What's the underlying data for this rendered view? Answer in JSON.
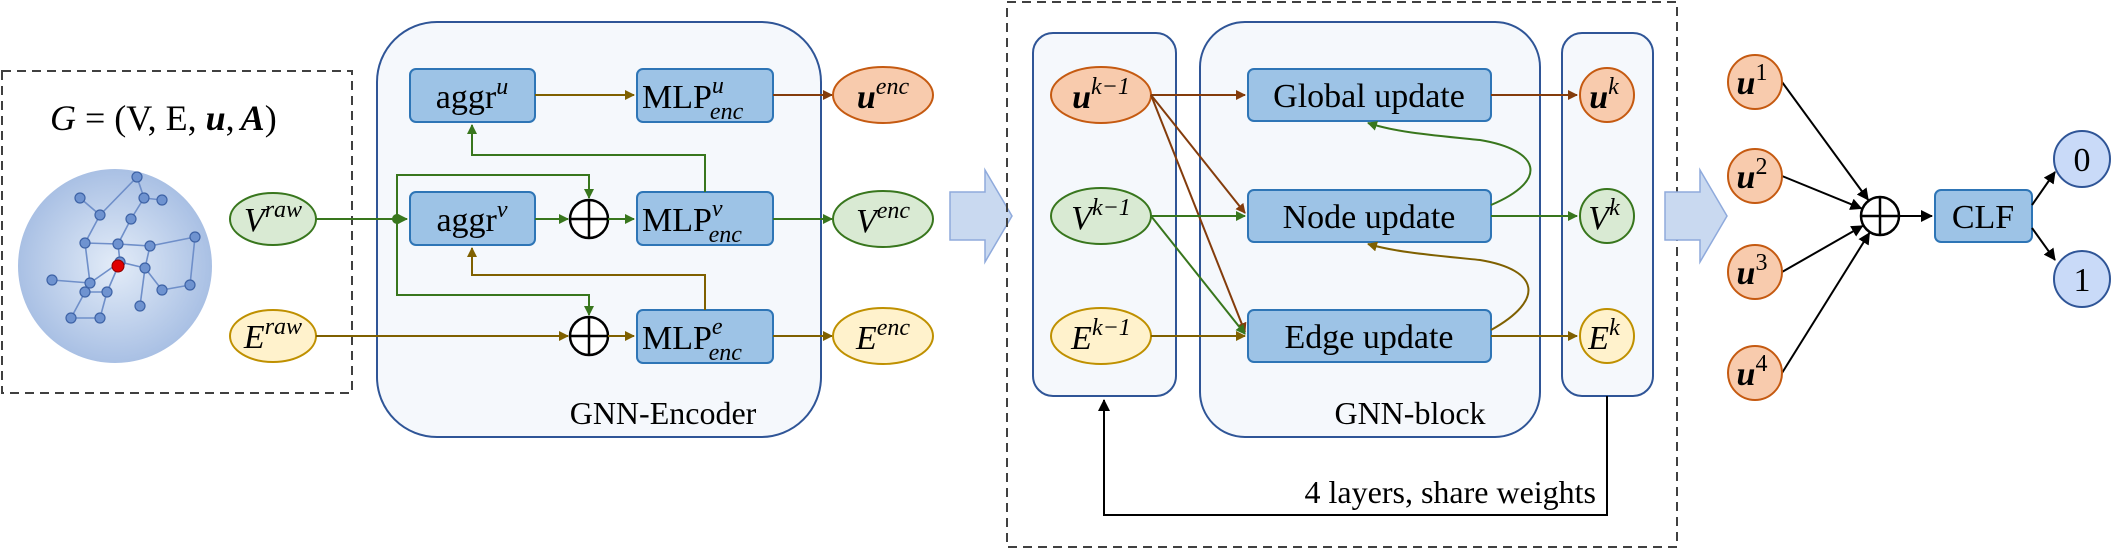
{
  "graph_box": {
    "eq_lhs": "G",
    "eq_rest": " = (V, E, ",
    "eq_u": "u",
    "eq_comma": ",",
    "eq_A": "A",
    "eq_close": ")"
  },
  "inputs": {
    "v_raw": {
      "base": "V",
      "sup": "raw"
    },
    "e_raw": {
      "base": "E",
      "sup": "raw"
    }
  },
  "encoder": {
    "caption": "GNN-Encoder",
    "aggr_u": {
      "base": "aggr",
      "sup": "u"
    },
    "aggr_v": {
      "base": "aggr",
      "sup": "v"
    },
    "mlp_u": {
      "base": "MLP",
      "sup": "u",
      "sub": "enc"
    },
    "mlp_v": {
      "base": "MLP",
      "sup": "v",
      "sub": "enc"
    },
    "mlp_e": {
      "base": "MLP",
      "sup": "e",
      "sub": "enc"
    },
    "out_u": {
      "base": "u",
      "sup": "enc"
    },
    "out_v": {
      "base": "V",
      "sup": "enc"
    },
    "out_e": {
      "base": "E",
      "sup": "enc"
    }
  },
  "gnn_block": {
    "caption": "GNN-block",
    "in_u": {
      "base": "u",
      "sup": "k−1"
    },
    "in_v": {
      "base": "V",
      "sup": "k−1"
    },
    "in_e": {
      "base": "E",
      "sup": "k−1"
    },
    "global_update": "Global update",
    "node_update": "Node update",
    "edge_update": "Edge update",
    "out_u": {
      "base": "u",
      "sup": "k"
    },
    "out_v": {
      "base": "V",
      "sup": "k"
    },
    "out_e": {
      "base": "E",
      "sup": "k"
    },
    "loop_label": "4 layers, share weights"
  },
  "readout": {
    "nodes": [
      {
        "base": "u",
        "sup": "1"
      },
      {
        "base": "u",
        "sup": "2"
      },
      {
        "base": "u",
        "sup": "3"
      },
      {
        "base": "u",
        "sup": "4"
      }
    ],
    "clf_label": "CLF",
    "outputs": [
      "0",
      "1"
    ]
  },
  "colors": {
    "box_fill": "#9DC3E6",
    "box_stroke": "#2E75B6",
    "panel_fill": "#F5F8FC",
    "panel_stroke": "#2F5597",
    "u_fill": "#F8CBAD",
    "u_stroke": "#C55A11",
    "v_fill": "#D9EAD3",
    "v_stroke": "#38761D",
    "e_fill": "#FFF2CC",
    "e_stroke": "#BF9000",
    "out_fill": "#C9DAF8",
    "arrow_u": "#843C0C",
    "arrow_v": "#38761D",
    "arrow_e": "#7F6000",
    "big_arrow": "#C9D9F0"
  }
}
